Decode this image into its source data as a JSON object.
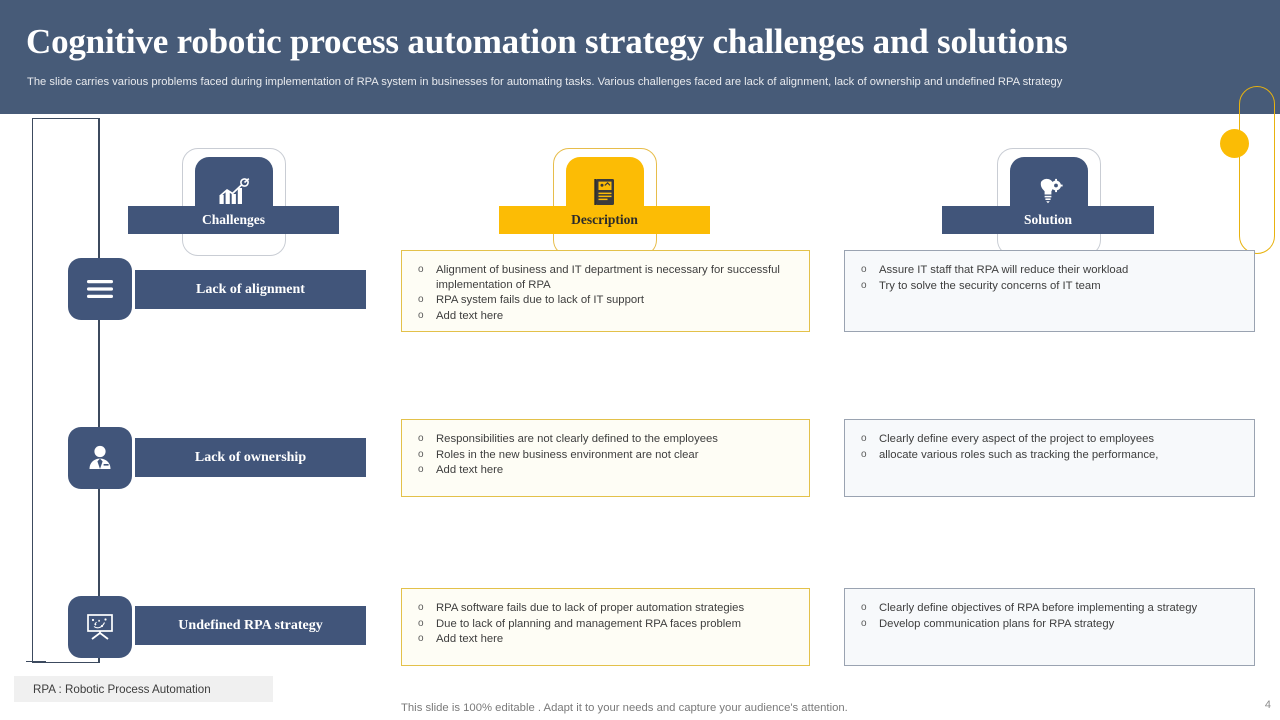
{
  "header": {
    "title": "Cognitive robotic process automation strategy challenges and solutions",
    "subtitle": "The slide carries various problems faced during implementation of RPA system in businesses for automating tasks. Various challenges faced are lack of alignment, lack of ownership and undefined RPA strategy"
  },
  "columns": {
    "challenges": {
      "label": "Challenges",
      "icon": "growth-bar-chart-icon",
      "accent": "#41557a"
    },
    "description": {
      "label": "Description",
      "icon": "document-clipboard-icon",
      "accent": "#fcbc05"
    },
    "solution": {
      "label": "Solution",
      "icon": "lightbulb-gear-idea-icon",
      "accent": "#41557a"
    }
  },
  "rows": [
    {
      "challenge": "Lack of alignment",
      "icon": "align-justify-icon",
      "description": [
        "Alignment of business and IT department is necessary for successful implementation of RPA",
        "RPA system fails due to lack of IT support",
        "Add text here"
      ],
      "solution": [
        "Assure IT staff that RPA will reduce their workload",
        "Try to solve the security concerns of IT team"
      ]
    },
    {
      "challenge": "Lack of ownership",
      "icon": "businessperson-icon",
      "description": [
        "Responsibilities are not clearly defined to the employees",
        "Roles in the new business environment are not clear",
        "Add text here"
      ],
      "solution": [
        "Clearly define every aspect of the project to employees",
        "allocate various roles such as tracking the performance,"
      ]
    },
    {
      "challenge": "Undefined RPA strategy",
      "icon": "strategy-board-icon",
      "description": [
        "RPA software fails due to lack of proper automation strategies",
        "Due to lack of planning and management RPA faces problem",
        "Add text here"
      ],
      "solution": [
        "Clearly define objectives of RPA before implementing a strategy",
        "Develop communication plans for RPA strategy"
      ]
    }
  ],
  "bullet_marker": "o",
  "footer": {
    "legend": "RPA : Robotic Process Automation",
    "editable_note": "This slide is 100% editable . Adapt it to your needs and capture your audience's attention.",
    "page_number": "4"
  },
  "theme": {
    "header_bg": "#475b78",
    "navy": "#41557a",
    "amber": "#fcbc05",
    "desc_border": "#e3c14a",
    "desc_bg": "#fefdf5",
    "sol_border": "#9aa3b1",
    "sol_bg": "#f7f9fb"
  }
}
